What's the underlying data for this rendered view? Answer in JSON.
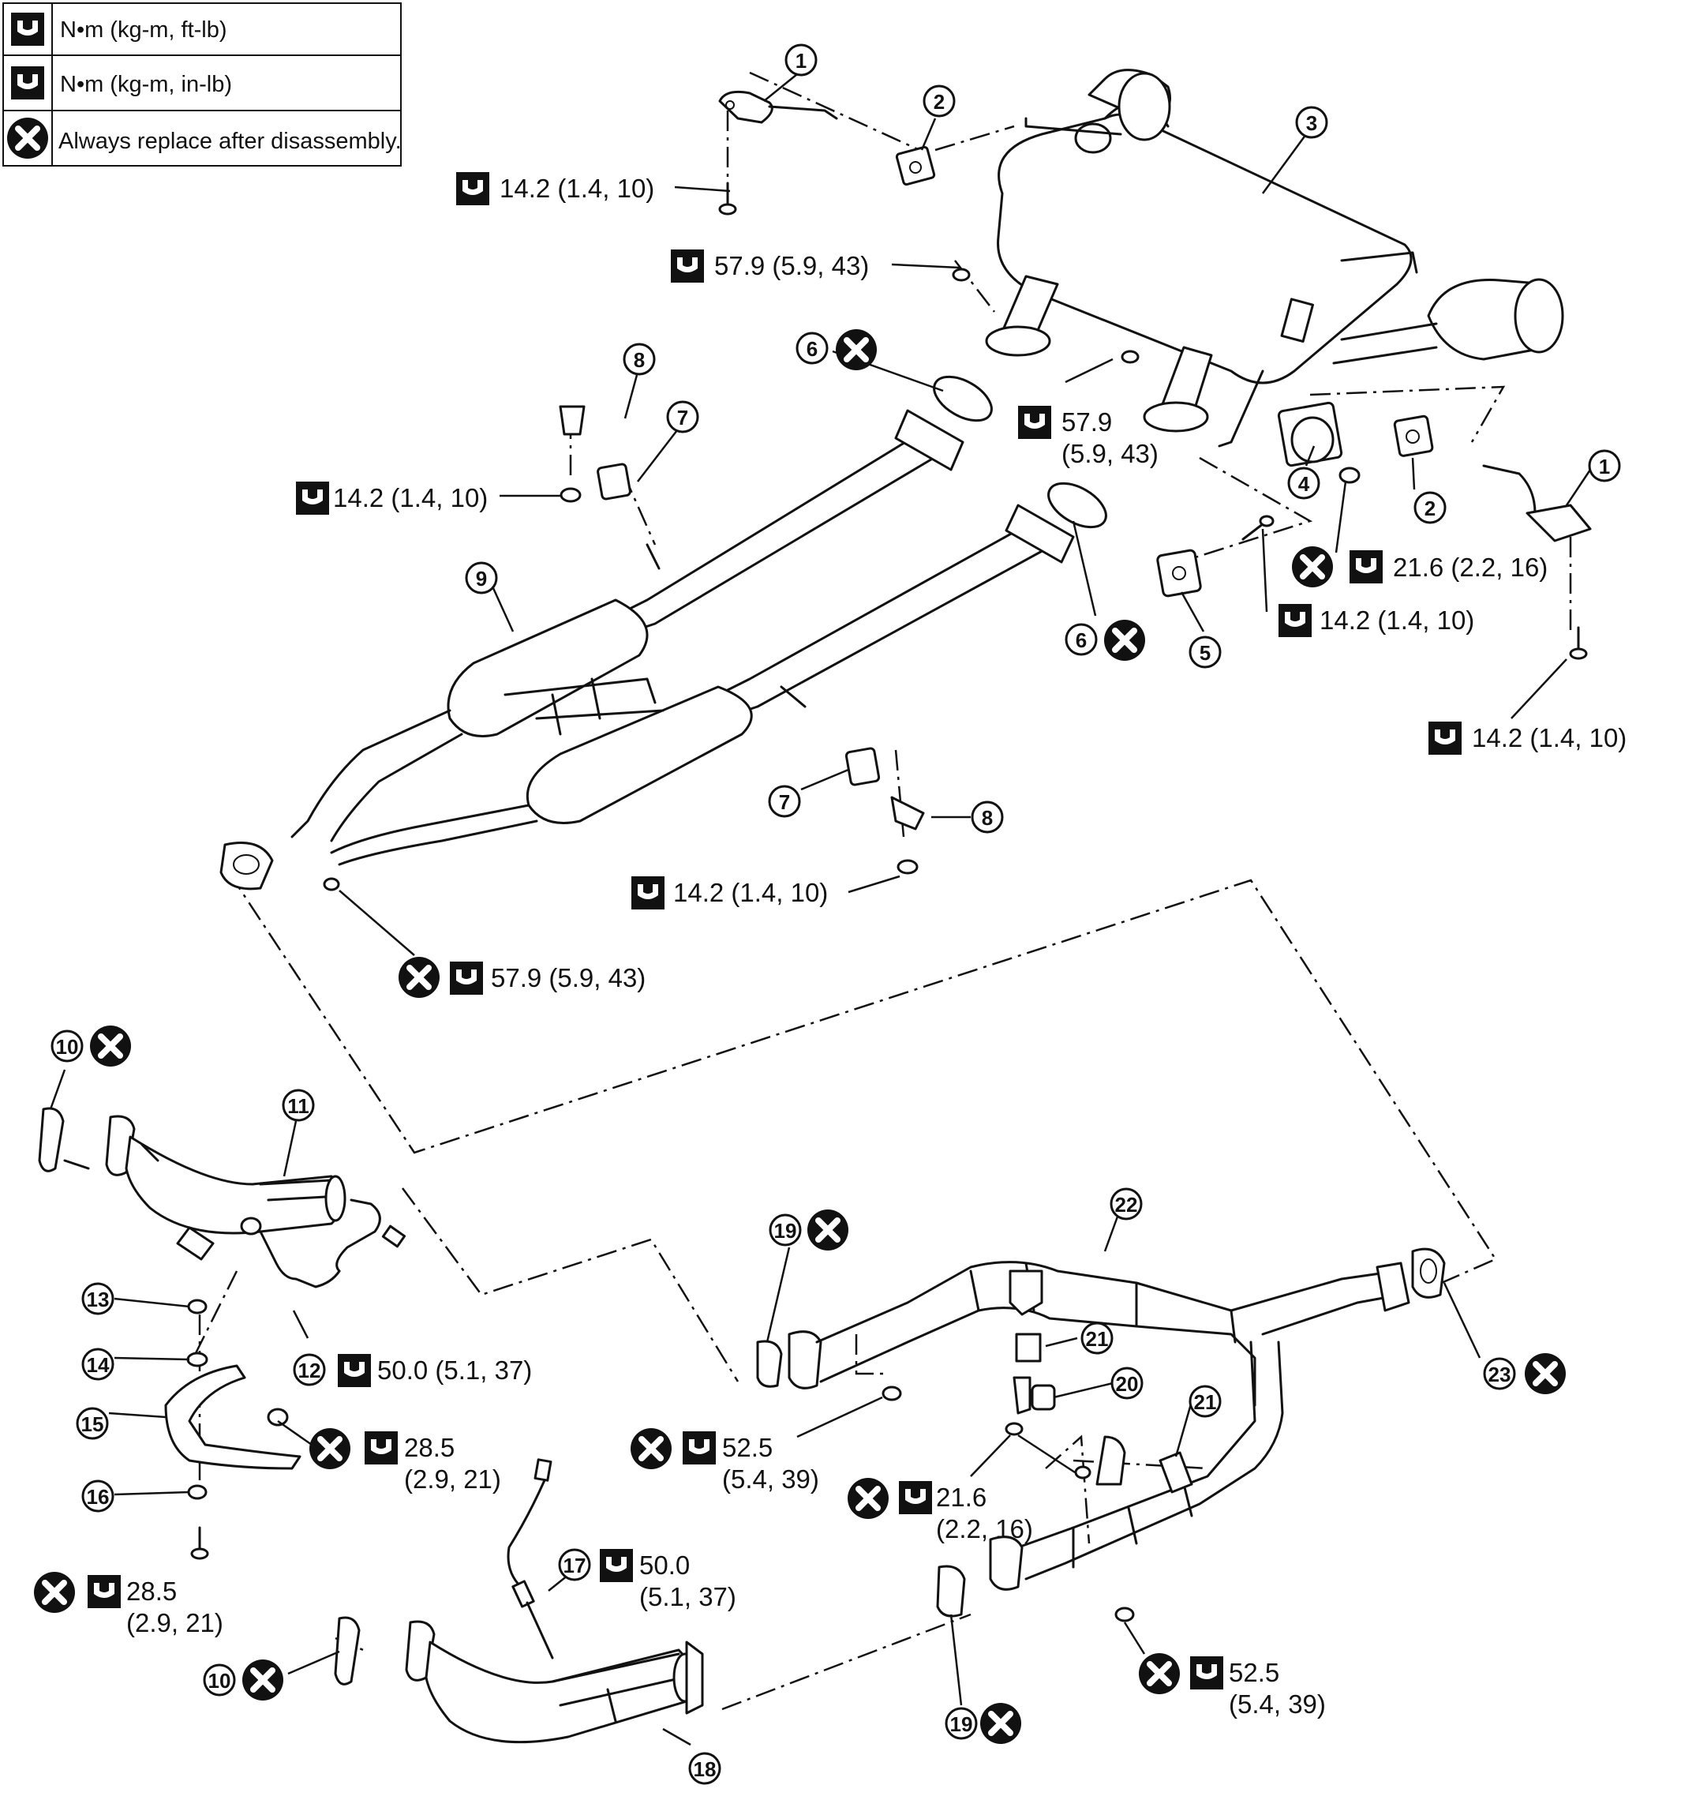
{
  "legend": [
    {
      "icon": "torque-wrench-icon",
      "text": "N•m (kg-m, ft-lb)"
    },
    {
      "icon": "torque-wrench-icon",
      "text": "N•m (kg-m, in-lb)"
    },
    {
      "icon": "replace-x-icon",
      "text": "Always replace after disassembly."
    }
  ],
  "callouts": [
    "1",
    "2",
    "3",
    "4",
    "5",
    "6",
    "7",
    "8",
    "9",
    "10",
    "11",
    "12",
    "13",
    "14",
    "15",
    "16",
    "17",
    "18",
    "19",
    "20",
    "21",
    "22",
    "23"
  ],
  "torques": {
    "t1": "14.2 (1.4, 10)",
    "t2": "57.9 (5.9, 43)",
    "t3": "14.2 (1.4, 10)",
    "t4a": "57.9",
    "t4b": "(5.9, 43)",
    "t5": "21.6 (2.2, 16)",
    "t6": "14.2 (1.4, 10)",
    "t7": "14.2 (1.4, 10)",
    "t8": "14.2 (1.4, 10)",
    "t9": "57.9 (5.9, 43)",
    "t10": "50.0 (5.1, 37)",
    "t11a": "28.5",
    "t11b": "(2.9, 21)",
    "t12a": "52.5",
    "t12b": "(5.4, 39)",
    "t13a": "21.6",
    "t13b": "(2.2, 16)",
    "t14a": "28.5",
    "t14b": "(2.9, 21)",
    "t15a": "50.0",
    "t15b": "(5.1, 37)",
    "t16a": "52.5",
    "t16b": "(5.4, 39)"
  }
}
